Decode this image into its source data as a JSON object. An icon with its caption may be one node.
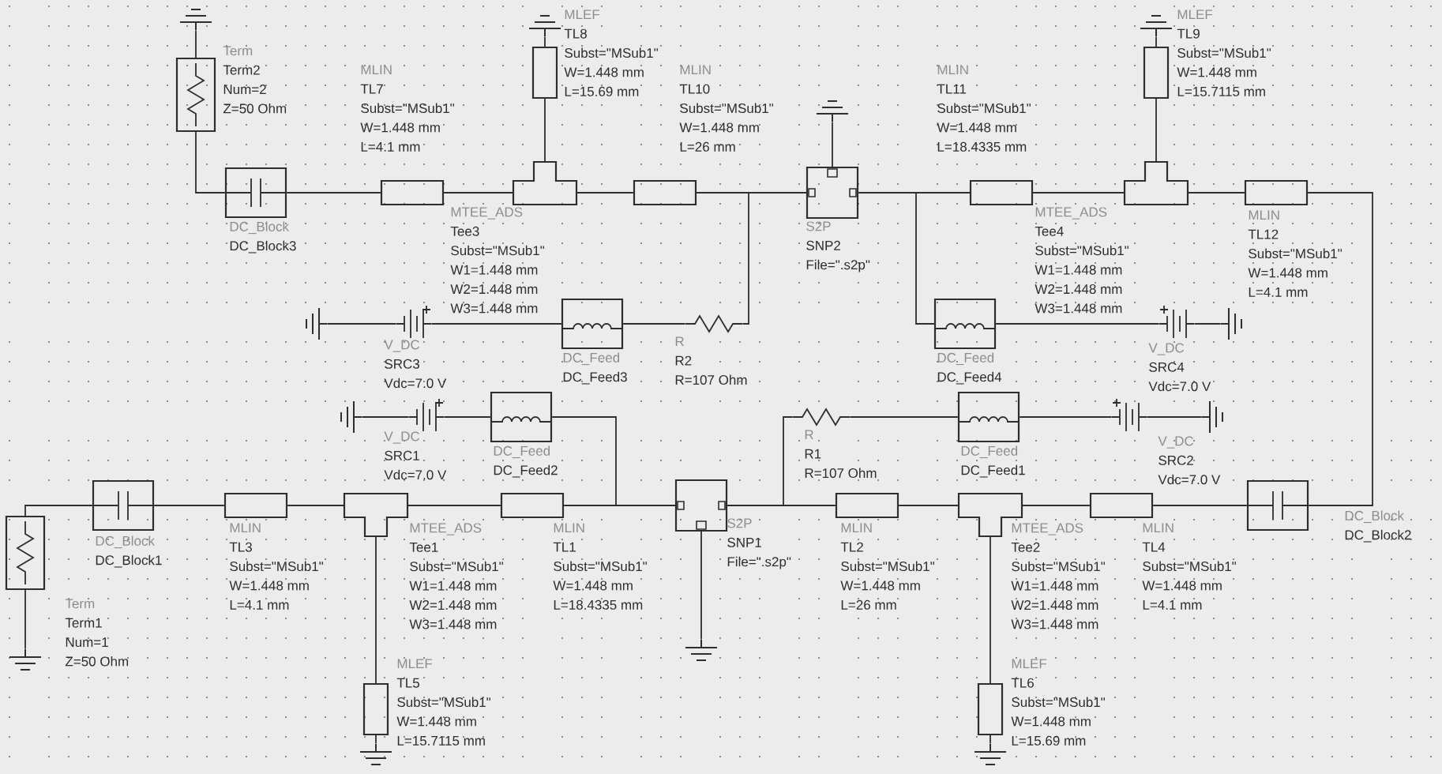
{
  "diagram": {
    "nodes": [
      {
        "text": [],
        "shape": "box",
        "beside": [
          "Term",
          "Term2",
          "Num=2",
          "Z=50 Ohm"
        ]
      },
      {
        "text": [],
        "shape": "ground"
      },
      {
        "text": [],
        "shape": "capacitor",
        "beside": [
          "DC_Block",
          "DC_Block3"
        ]
      },
      {
        "text": [],
        "shape": "box",
        "beside": [
          "MLIN",
          "TL7",
          "Subst=\"MSub1\"",
          "W=1.448 mm",
          "L=4.1 mm"
        ]
      },
      {
        "text": [],
        "shape": "tee",
        "beside": [
          "MTEE_ADS",
          "Tee3",
          "Subst=\"MSub1\"",
          "W1=1.448 mm",
          "W2=1.448 mm",
          "W3=1.448 mm"
        ]
      },
      {
        "text": [],
        "shape": "box",
        "beside": [
          "MLEF",
          "TL8",
          "Subst=\"MSub1\"",
          "W=1.448 mm",
          "L=15.69 mm"
        ]
      },
      {
        "text": [],
        "shape": "ground"
      },
      {
        "text": [],
        "shape": "box",
        "beside": [
          "MLIN",
          "TL10",
          "Subst=\"MSub1\"",
          "W=1.448 mm",
          "L=26 mm"
        ]
      },
      {
        "text": [],
        "shape": "box",
        "beside": [
          "S2P",
          "SNP2",
          "File=\".s2p\""
        ]
      },
      {
        "text": [],
        "shape": "ground"
      },
      {
        "text": [],
        "shape": "box",
        "beside": [
          "MLIN",
          "TL11",
          "Subst=\"MSub1\"",
          "W=1.448 mm",
          "L=18.4335 mm"
        ]
      },
      {
        "text": [],
        "shape": "tee",
        "beside": [
          "MTEE_ADS",
          "Tee4",
          "Subst=\"MSub1\"",
          "W1=1.448 mm",
          "W2=1.448 mm",
          "W3=1.448 mm"
        ]
      },
      {
        "text": [],
        "shape": "box",
        "beside": [
          "MLEF",
          "TL9",
          "Subst=\"MSub1\"",
          "W=1.448 mm",
          "L=15.7115 mm"
        ]
      },
      {
        "text": [],
        "shape": "ground"
      },
      {
        "text": [],
        "shape": "box",
        "beside": [
          "MLIN",
          "TL12",
          "Subst=\"MSub1\"",
          "W=1.448 mm",
          "L=4.1 mm"
        ]
      },
      {
        "text": [],
        "shape": "ground"
      },
      {
        "text": [],
        "shape": "battery",
        "beside": [
          "V_DC",
          "SRC3",
          "Vdc=7.0 V"
        ]
      },
      {
        "text": [],
        "shape": "inductor",
        "beside": [
          "DC_Feed",
          "DC_Feed3"
        ]
      },
      {
        "text": [],
        "shape": "resistor",
        "beside": [
          "R",
          "R2",
          "R=107 Ohm"
        ]
      },
      {
        "text": [],
        "shape": "inductor",
        "beside": [
          "DC_Feed",
          "DC_Feed4"
        ]
      },
      {
        "text": [],
        "shape": "battery",
        "beside": [
          "V_DC",
          "SRC4",
          "Vdc=7.0 V"
        ]
      },
      {
        "text": [],
        "shape": "ground"
      },
      {
        "text": [],
        "shape": "ground"
      },
      {
        "text": [],
        "shape": "battery",
        "beside": [
          "V_DC",
          "SRC1",
          "Vdc=7.0 V"
        ]
      },
      {
        "text": [],
        "shape": "inductor",
        "beside": [
          "DC_Feed",
          "DC_Feed2"
        ]
      },
      {
        "text": [],
        "shape": "resistor",
        "beside": [
          "R",
          "R1",
          "R=107 Ohm"
        ]
      },
      {
        "text": [],
        "shape": "inductor",
        "beside": [
          "DC_Feed",
          "DC_Feed1"
        ]
      },
      {
        "text": [],
        "shape": "battery",
        "beside": [
          "V_DC",
          "SRC2",
          "Vdc=7.0 V"
        ]
      },
      {
        "text": [],
        "shape": "ground"
      },
      {
        "text": [],
        "shape": "box",
        "beside": [
          "Term",
          "Term1",
          "Num=1",
          "Z=50 Ohm"
        ]
      },
      {
        "text": [],
        "shape": "ground"
      },
      {
        "text": [],
        "shape": "capacitor",
        "beside": [
          "DC_Block",
          "DC_Block1"
        ]
      },
      {
        "text": [],
        "shape": "box",
        "beside": [
          "MLIN",
          "TL3",
          "Subst=\"MSub1\"",
          "W=1.448 mm",
          "L=4.1 mm"
        ]
      },
      {
        "text": [],
        "shape": "tee",
        "beside": [
          "MTEE_ADS",
          "Tee1",
          "Subst=\"MSub1\"",
          "W1=1.448 mm",
          "W2=1.448 mm",
          "W3=1.448 mm"
        ]
      },
      {
        "text": [],
        "shape": "box",
        "beside": [
          "MLEF",
          "TL5",
          "Subst=\"MSub1\"",
          "W=1.448 mm",
          "L=15.7115 mm"
        ]
      },
      {
        "text": [],
        "shape": "ground"
      },
      {
        "text": [],
        "shape": "box",
        "beside": [
          "MLIN",
          "TL1",
          "Subst=\"MSub1\"",
          "W=1.448 mm",
          "L=18.4335 mm"
        ]
      },
      {
        "text": [],
        "shape": "box",
        "beside": [
          "S2P",
          "SNP1",
          "File=\".s2p\""
        ]
      },
      {
        "text": [],
        "shape": "ground"
      },
      {
        "text": [],
        "shape": "box",
        "beside": [
          "MLIN",
          "TL2",
          "Subst=\"MSub1\"",
          "W=1.448 mm",
          "L=26 mm"
        ]
      },
      {
        "text": [],
        "shape": "tee",
        "beside": [
          "MTEE_ADS",
          "Tee2",
          "Subst=\"MSub1\"",
          "W1=1.448 mm",
          "W2=1.448 mm",
          "W3=1.448 mm"
        ]
      },
      {
        "text": [],
        "shape": "box",
        "beside": [
          "MLEF",
          "TL6",
          "Subst=\"MSub1\"",
          "W=1.448 mm",
          "L=15.69 mm"
        ]
      },
      {
        "text": [],
        "shape": "ground"
      },
      {
        "text": [],
        "shape": "box",
        "beside": [
          "MLIN",
          "TL4",
          "Subst=\"MSub1\"",
          "W=1.448 mm",
          "L=4.1 mm"
        ]
      },
      {
        "text": [],
        "shape": "capacitor",
        "beside": [
          "DC_Block",
          "DC_Block2"
        ]
      }
    ],
    "edges": [
      {
        "from": 0,
        "to": 1,
        "arrow": "none"
      },
      {
        "from": 0,
        "to": 2,
        "arrow": "none"
      },
      {
        "from": 2,
        "to": 3,
        "arrow": "none"
      },
      {
        "from": 3,
        "to": 4,
        "arrow": "none"
      },
      {
        "from": 4,
        "to": 5,
        "arrow": "none"
      },
      {
        "from": 5,
        "to": 6,
        "arrow": "none"
      },
      {
        "from": 4,
        "to": 7,
        "arrow": "none"
      },
      {
        "from": 7,
        "to": 8,
        "arrow": "none"
      },
      {
        "from": 8,
        "to": 9,
        "arrow": "none"
      },
      {
        "from": 8,
        "to": 10,
        "arrow": "none"
      },
      {
        "from": 10,
        "to": 11,
        "arrow": "none"
      },
      {
        "from": 11,
        "to": 12,
        "arrow": "none"
      },
      {
        "from": 12,
        "to": 13,
        "arrow": "none"
      },
      {
        "from": 11,
        "to": 14,
        "arrow": "none"
      },
      {
        "from": 14,
        "to": 44,
        "arrow": "none"
      },
      {
        "from": 15,
        "to": 16,
        "arrow": "none"
      },
      {
        "from": 16,
        "to": 17,
        "arrow": "none"
      },
      {
        "from": 17,
        "to": 18,
        "arrow": "none"
      },
      {
        "from": 18,
        "to": 8,
        "arrow": "none"
      },
      {
        "from": 19,
        "to": 10,
        "arrow": "none"
      },
      {
        "from": 19,
        "to": 20,
        "arrow": "none"
      },
      {
        "from": 20,
        "to": 21,
        "arrow": "none"
      },
      {
        "from": 22,
        "to": 23,
        "arrow": "none"
      },
      {
        "from": 23,
        "to": 24,
        "arrow": "none"
      },
      {
        "from": 24,
        "to": 37,
        "arrow": "none"
      },
      {
        "from": 25,
        "to": 37,
        "arrow": "none"
      },
      {
        "from": 25,
        "to": 26,
        "arrow": "none"
      },
      {
        "from": 26,
        "to": 27,
        "arrow": "none"
      },
      {
        "from": 27,
        "to": 28,
        "arrow": "none"
      },
      {
        "from": 29,
        "to": 30,
        "arrow": "none"
      },
      {
        "from": 29,
        "to": 31,
        "arrow": "none"
      },
      {
        "from": 31,
        "to": 32,
        "arrow": "none"
      },
      {
        "from": 32,
        "to": 33,
        "arrow": "none"
      },
      {
        "from": 33,
        "to": 34,
        "arrow": "none"
      },
      {
        "from": 34,
        "to": 35,
        "arrow": "none"
      },
      {
        "from": 33,
        "to": 36,
        "arrow": "none"
      },
      {
        "from": 36,
        "to": 37,
        "arrow": "none"
      },
      {
        "from": 37,
        "to": 38,
        "arrow": "none"
      },
      {
        "from": 37,
        "to": 39,
        "arrow": "none"
      },
      {
        "from": 39,
        "to": 40,
        "arrow": "none"
      },
      {
        "from": 40,
        "to": 41,
        "arrow": "none"
      },
      {
        "from": 41,
        "to": 42,
        "arrow": "none"
      },
      {
        "from": 40,
        "to": 43,
        "arrow": "none"
      },
      {
        "from": 43,
        "to": 44,
        "arrow": "none"
      }
    ]
  }
}
